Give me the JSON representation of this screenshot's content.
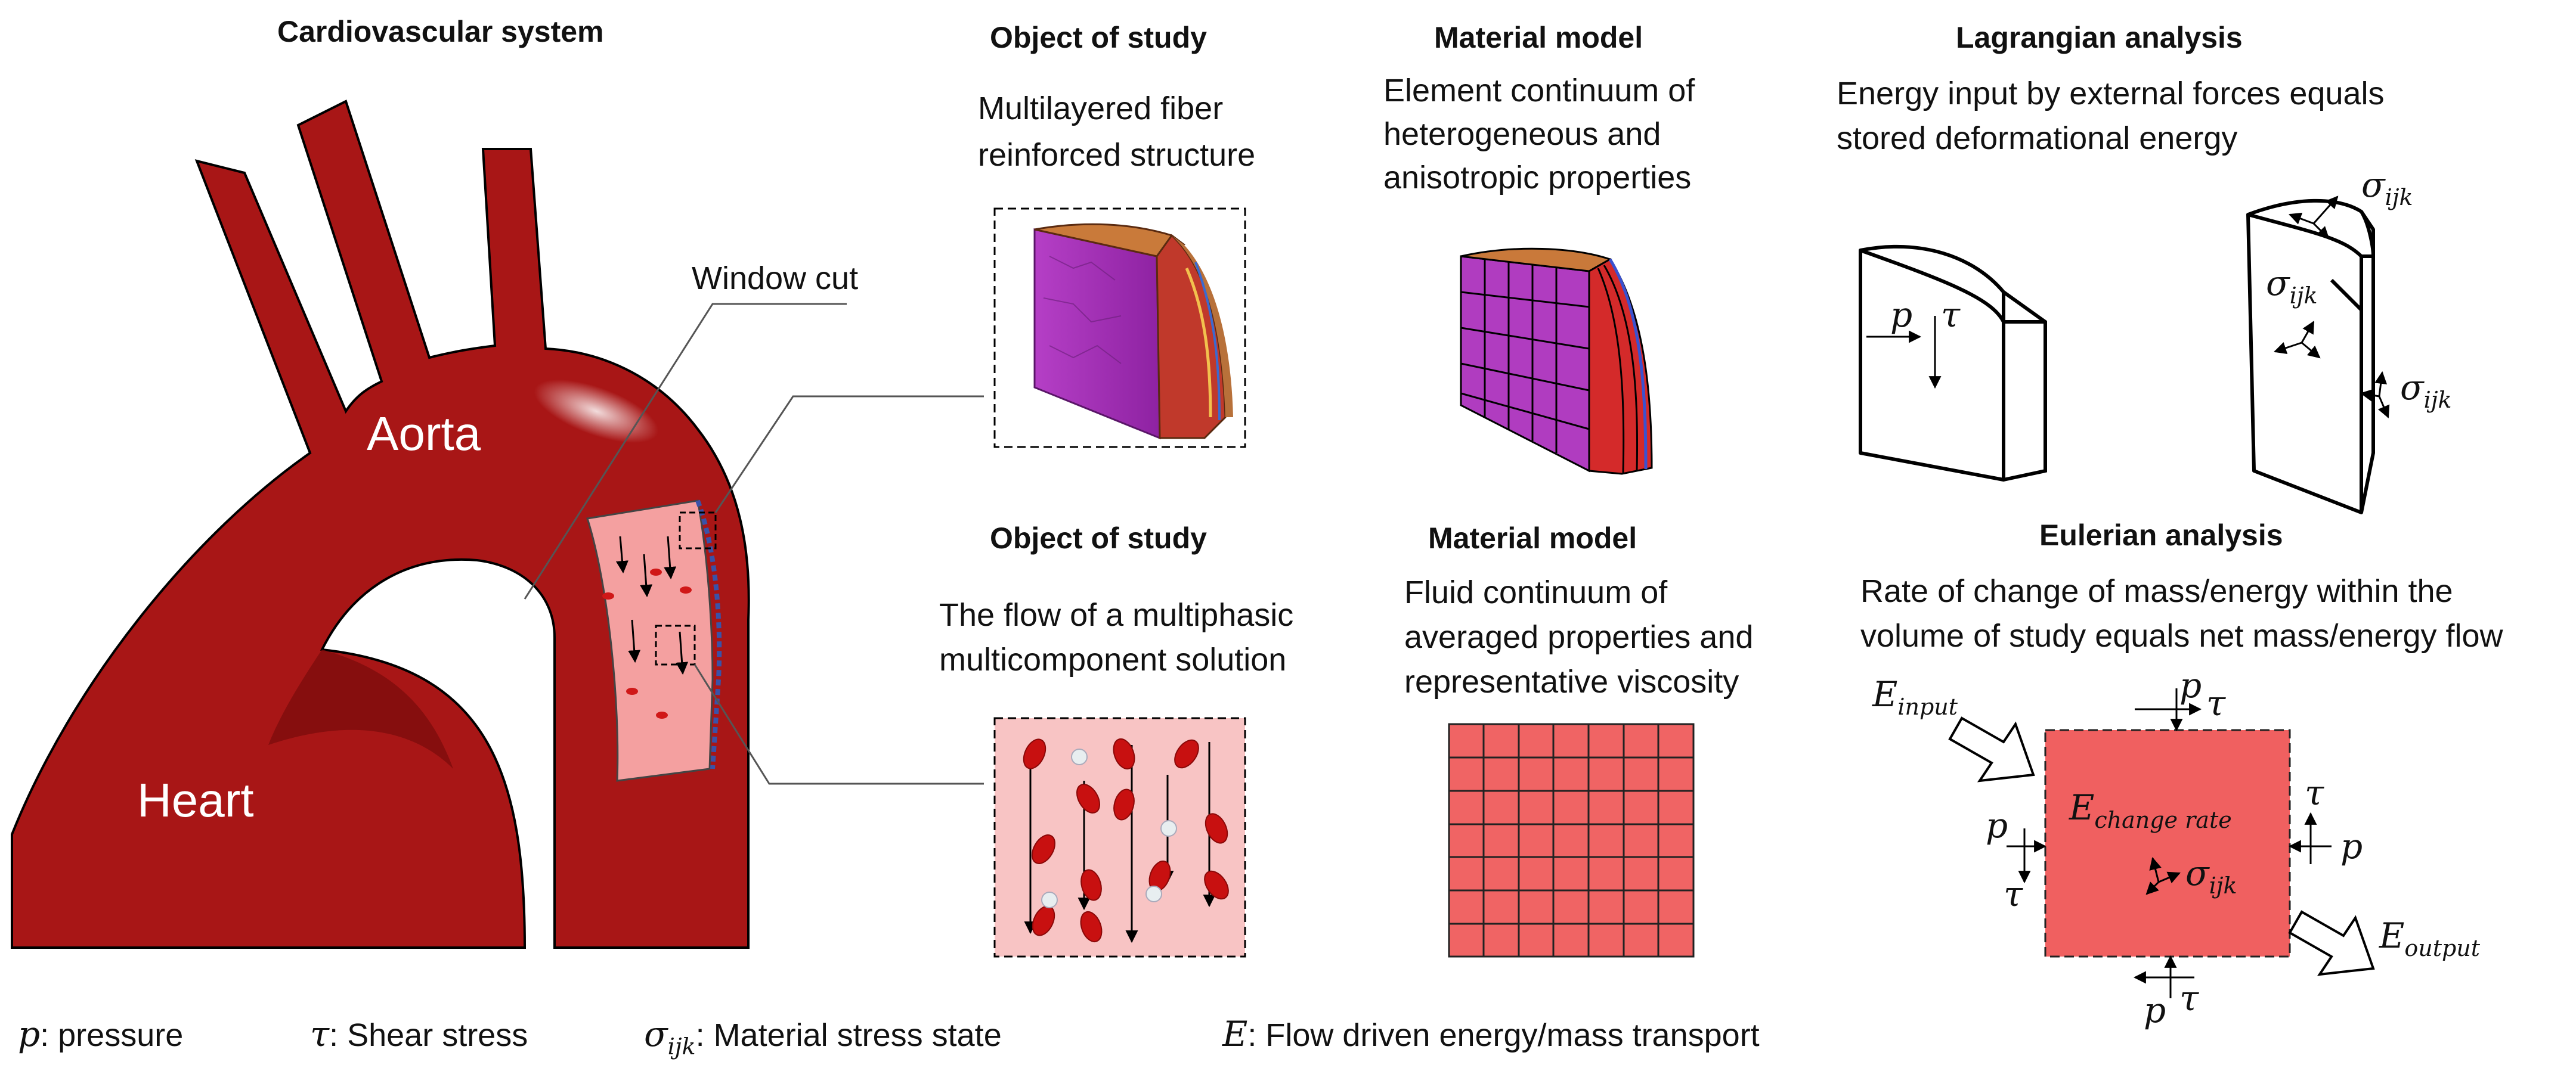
{
  "headings": {
    "cardiovascular": "Cardiovascular system",
    "object_study_top": "Object of study",
    "material_model_top": "Material model",
    "lagrangian": "Lagrangian analysis",
    "object_study_bottom": "Object of study",
    "material_model_bottom": "Material model",
    "eulerian": "Eulerian analysis"
  },
  "descriptions": {
    "object_top": [
      "Multilayered fiber",
      "reinforced structure"
    ],
    "material_top": [
      "Element continuum of",
      "heterogeneous and",
      "anisotropic properties"
    ],
    "lagrangian": [
      "Energy input by external forces equals",
      "stored deformational energy"
    ],
    "object_bottom": [
      "The flow of a multiphasic",
      "multicomponent solution"
    ],
    "material_bottom": [
      "Fluid continuum of",
      "averaged properties and",
      "representative viscosity"
    ],
    "eulerian": [
      "Rate of change of mass/energy within the",
      "volume of study equals net mass/energy flow"
    ]
  },
  "anatomy": {
    "aorta": "Aorta",
    "heart": "Heart",
    "window_cut": "Window cut"
  },
  "symbols": {
    "p": "p",
    "tau": "τ",
    "sigma": "σ",
    "sigma_sub": "ijk",
    "E": "E",
    "input_sub": "input",
    "output_sub": "output",
    "change_sub": "change rate"
  },
  "legend": [
    {
      "sym": "p",
      "sub": "",
      "desc": ": pressure"
    },
    {
      "sym": "τ",
      "sub": "",
      "desc": ":  Shear stress"
    },
    {
      "sym": "σ",
      "sub": "ijk",
      "desc": ": Material stress state"
    },
    {
      "sym": "E",
      "sub": "",
      "desc": ": Flow driven energy/mass transport"
    }
  ],
  "colors": {
    "aorta": "#a31414",
    "aorta_dark": "#7d0c0c",
    "outline": "#000000",
    "fiber_purple": "#b03cc0",
    "fluid_pink": "#f8c4c4",
    "mesh_red": "#f06464",
    "euler_box": "#f06060"
  },
  "icons": [
    "arrow-icon",
    "rbc-icon",
    "wbc-icon"
  ]
}
